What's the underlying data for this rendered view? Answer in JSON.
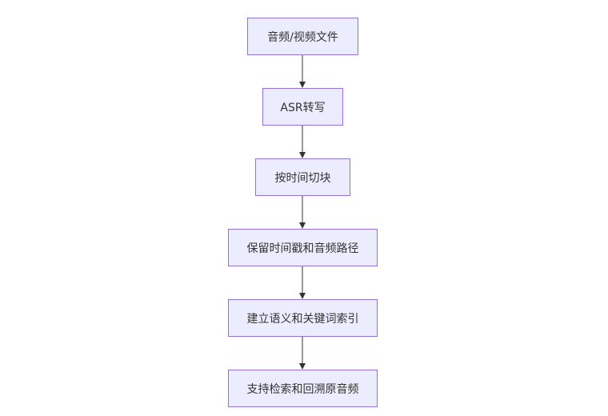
{
  "flowchart": {
    "nodes": [
      {
        "label": "音频/视频文件"
      },
      {
        "label": "ASR转写"
      },
      {
        "label": "按时间切块"
      },
      {
        "label": "保留时间戳和音频路径"
      },
      {
        "label": "建立语义和关键词索引"
      },
      {
        "label": "支持检索和回溯原音频"
      }
    ]
  },
  "colors": {
    "node_fill": "#ececff",
    "node_border": "#9370db",
    "text": "#333333",
    "edge": "#333333"
  }
}
